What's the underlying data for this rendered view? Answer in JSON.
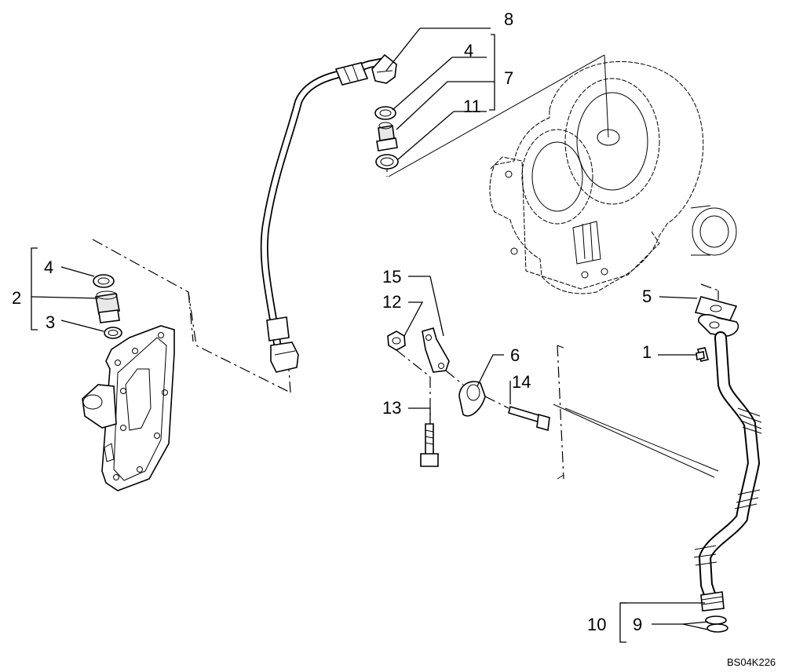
{
  "diagram": {
    "drawing_code": "BS04K226",
    "callouts": [
      {
        "id": "c8",
        "label": "8"
      },
      {
        "id": "c4a",
        "label": "4"
      },
      {
        "id": "c7",
        "label": "7"
      },
      {
        "id": "c11",
        "label": "11"
      },
      {
        "id": "c4b",
        "label": "4"
      },
      {
        "id": "c2",
        "label": "2"
      },
      {
        "id": "c3",
        "label": "3"
      },
      {
        "id": "c15",
        "label": "15"
      },
      {
        "id": "c12",
        "label": "12"
      },
      {
        "id": "c6",
        "label": "6"
      },
      {
        "id": "c14",
        "label": "14"
      },
      {
        "id": "c13",
        "label": "13"
      },
      {
        "id": "c5",
        "label": "5"
      },
      {
        "id": "c1",
        "label": "1"
      },
      {
        "id": "c10",
        "label": "10"
      },
      {
        "id": "c9",
        "label": "9"
      }
    ]
  }
}
